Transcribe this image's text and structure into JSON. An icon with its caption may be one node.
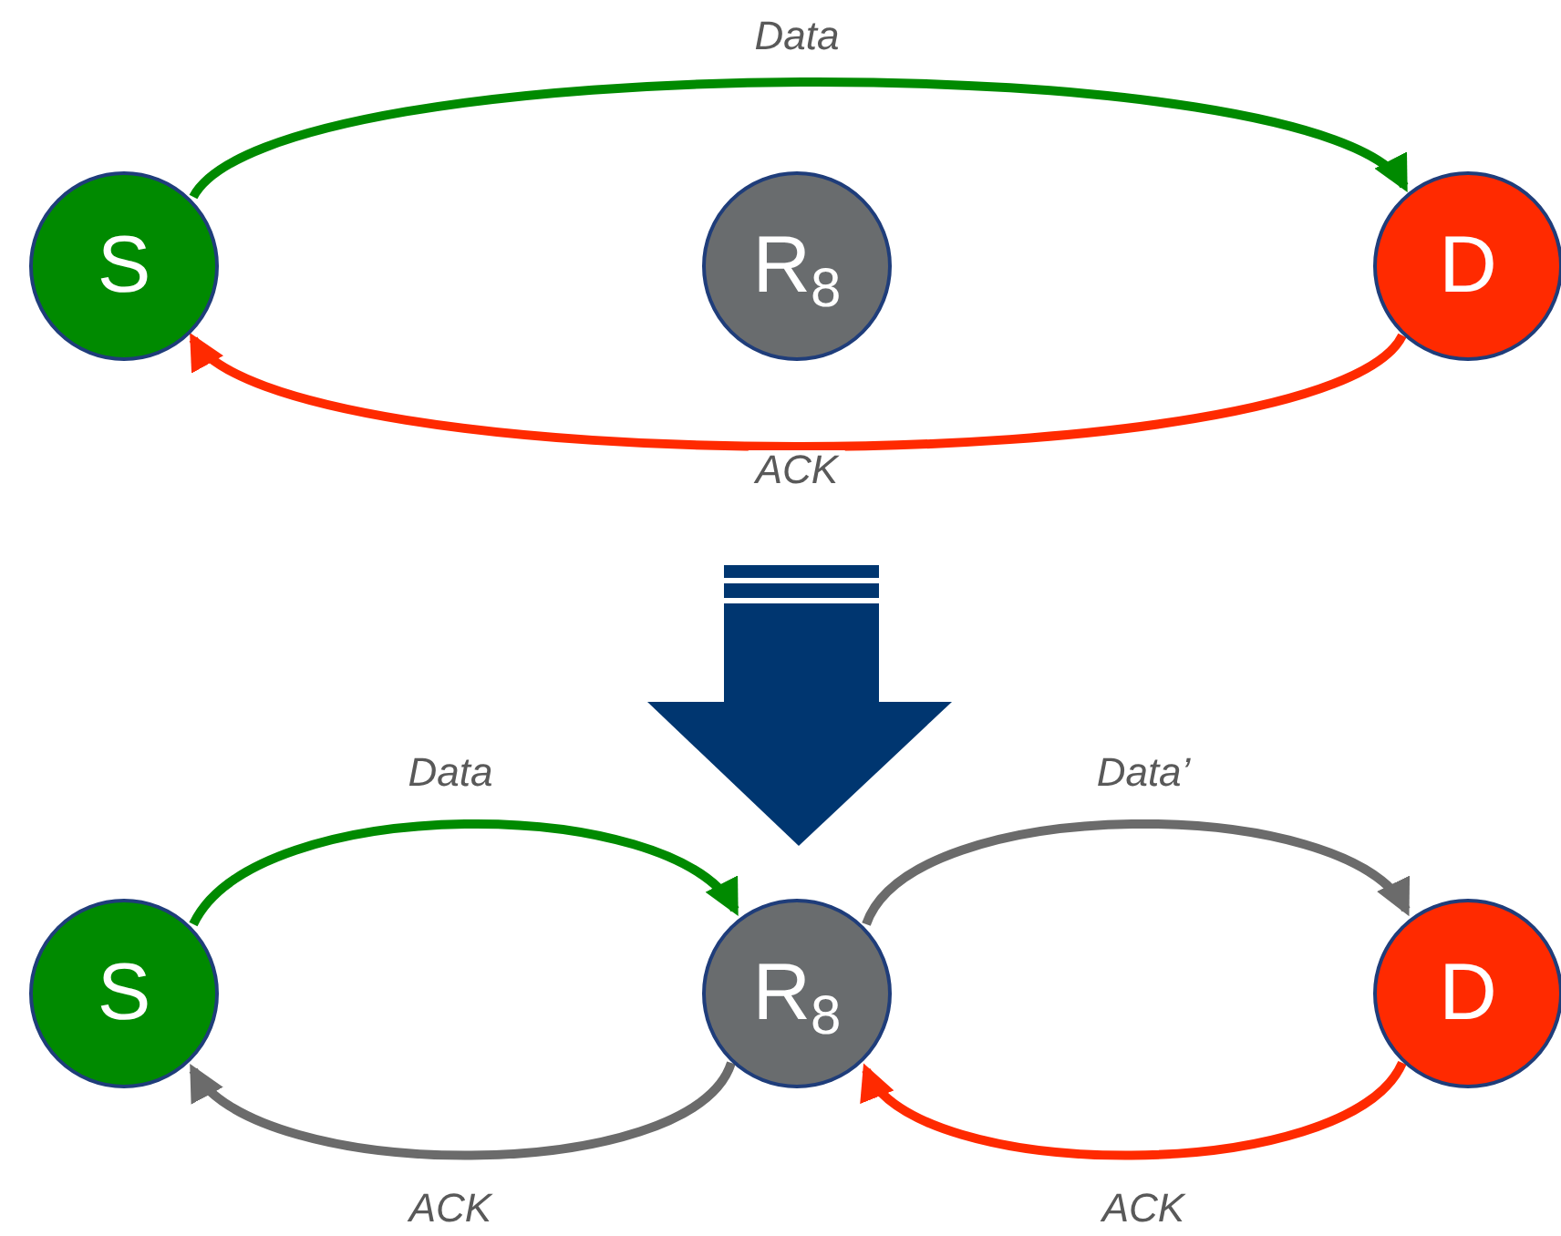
{
  "diagram": {
    "nodes": [
      {
        "text": [
          "S"
        ]
      },
      {
        "text": [
          "R$_{8}$"
        ]
      },
      {
        "text": [
          "D"
        ]
      },
      {
        "text": [
          "S"
        ]
      },
      {
        "text": [
          "R$_{8}$"
        ]
      },
      {
        "text": [
          "D"
        ]
      }
    ],
    "edges": [
      {
        "from": 0,
        "to": 2,
        "arrow": "to",
        "label": "Data",
        "color": "#008a00"
      },
      {
        "from": 2,
        "to": 0,
        "arrow": "to",
        "label": "ACK",
        "color": "#ff2a00"
      },
      {
        "from": 3,
        "to": 4,
        "arrow": "to",
        "label": "Data",
        "color": "#008a00"
      },
      {
        "from": 4,
        "to": 3,
        "arrow": "to",
        "label": "ACK",
        "color": "#6b6b6b"
      },
      {
        "from": 4,
        "to": 5,
        "arrow": "to",
        "label": "Data’",
        "color": "#6b6b6b"
      },
      {
        "from": 5,
        "to": 4,
        "arrow": "to",
        "label": "ACK",
        "color": "#ff2a00"
      }
    ]
  }
}
